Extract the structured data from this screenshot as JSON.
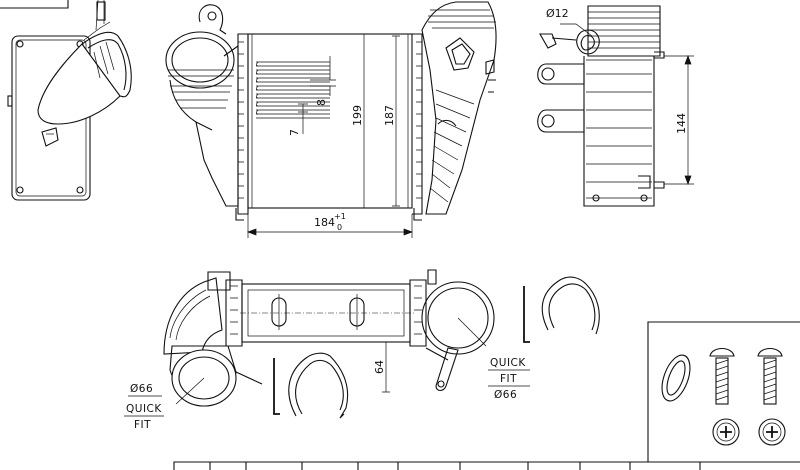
{
  "dimensions": {
    "width_main": "184",
    "width_tol_plus": "+1",
    "width_tol_zero": "0",
    "height_outer": "199",
    "height_core": "187",
    "fin_pitch": "8",
    "tube_gap": "7",
    "side_height": "144",
    "hose_dia": "Ø12",
    "top_depth": "64"
  },
  "connections": {
    "left": {
      "diameter": "Ø66",
      "line1": "QUICK",
      "line2": "FIT"
    },
    "right": {
      "line1": "QUICK",
      "line2": "FIT",
      "diameter": "Ø66"
    }
  },
  "kit_box": {
    "items": [
      "o-ring",
      "screw",
      "screw",
      "screw-head",
      "screw-head"
    ]
  },
  "title_block": {
    "cells": [
      "",
      "",
      "",
      "",
      "",
      "",
      "",
      "",
      "",
      "",
      ""
    ]
  }
}
